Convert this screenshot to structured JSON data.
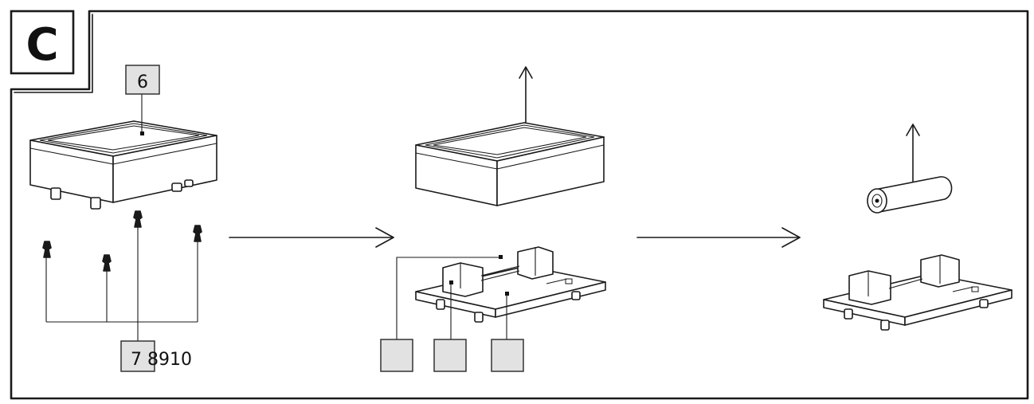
{
  "figure": {
    "section_letter": "C",
    "callouts": {
      "housing": "6",
      "feet": "7 8910",
      "blank_1": "",
      "blank_2": "",
      "blank_3": ""
    }
  },
  "colors": {
    "stroke": "#1a1a1a",
    "label_fill": "#e2e2e2",
    "background": "#ffffff"
  }
}
